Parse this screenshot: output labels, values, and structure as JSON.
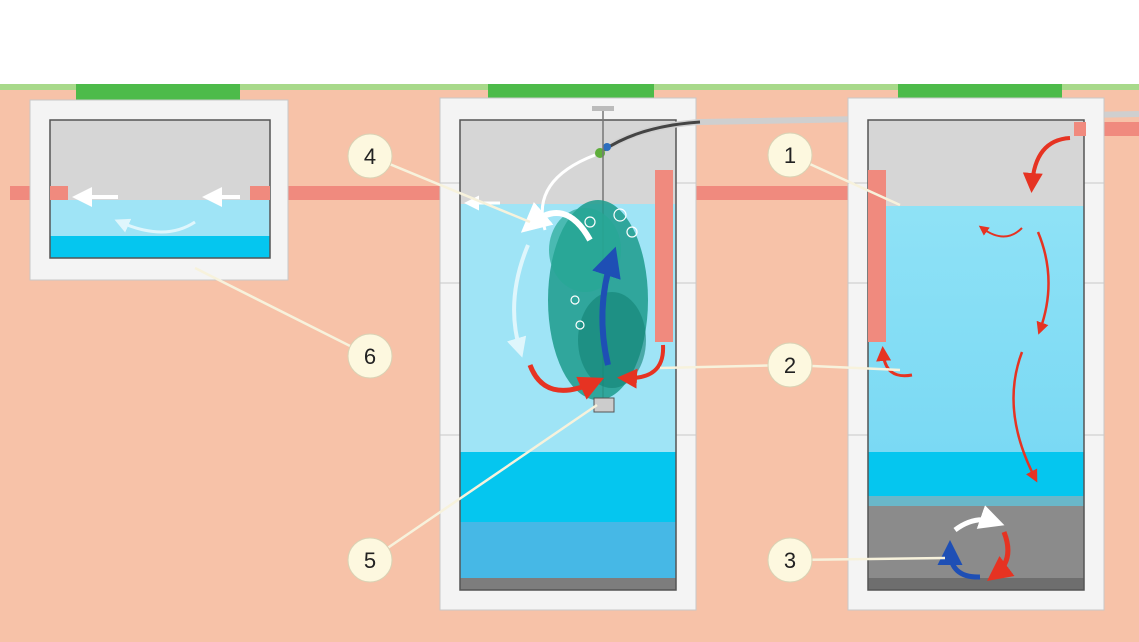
{
  "callouts": [
    {
      "id": "1",
      "label": "1"
    },
    {
      "id": "2",
      "label": "2"
    },
    {
      "id": "3",
      "label": "3"
    },
    {
      "id": "4",
      "label": "4"
    },
    {
      "id": "5",
      "label": "5"
    },
    {
      "id": "6",
      "label": "6"
    }
  ],
  "colors": {
    "soil": "#f7c2a8",
    "grass": "#8fcf6a",
    "concrete": "#f4f4f4",
    "concrete_edge": "#b9b9b9",
    "air": "#d6d6d6",
    "water_light": "#9fe4f6",
    "water_mid": "#74d8f5",
    "water_deep": "#05c6ef",
    "sludge": "#8b8b8b",
    "pipe": "#f08a7e",
    "lid": "#4dbb4a",
    "flow_red": "#e63322",
    "flow_blue": "#1e4fb5",
    "flow_white": "#ffffff",
    "media_green": "#1c9b8c",
    "callout_fill": "#fdf8df",
    "leader": "#f7f2dc"
  },
  "icons": [
    "manhole-lid-icon",
    "air-pipe-icon",
    "diffuser-icon",
    "bio-media-icon"
  ]
}
